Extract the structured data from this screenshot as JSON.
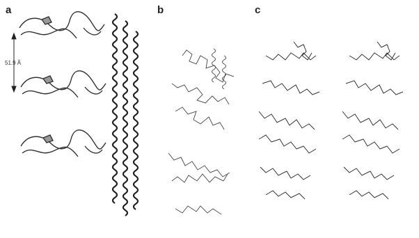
{
  "figure": {
    "panels": [
      {
        "label": "a",
        "measurement": "51.9 Å"
      },
      {
        "label": "b"
      },
      {
        "label": "c"
      }
    ]
  }
}
